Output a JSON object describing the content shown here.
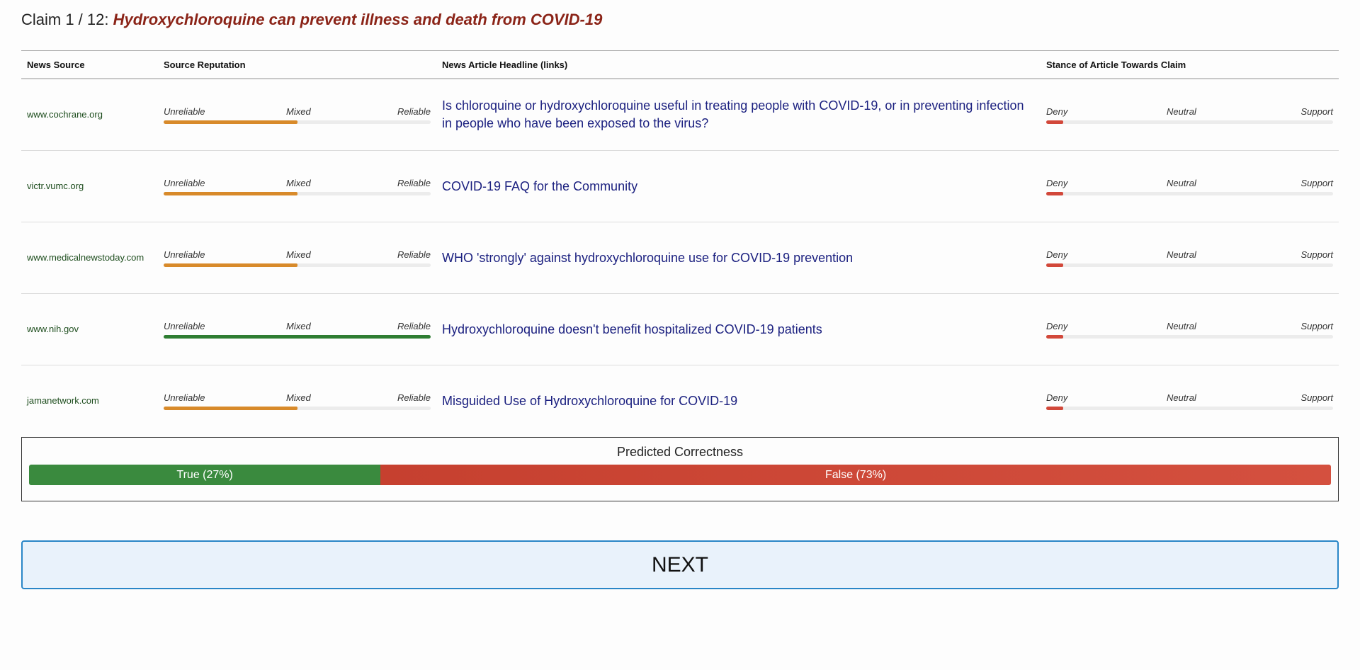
{
  "claim": {
    "counter": "Claim 1 / 12:",
    "text": "Hydroxychloroquine can prevent illness and death from COVID-19"
  },
  "table": {
    "headers": {
      "source": "News Source",
      "reputation": "Source Reputation",
      "headline": "News Article Headline (links)",
      "stance": "Stance of Article Towards Claim"
    },
    "reputation_labels": {
      "low": "Unreliable",
      "mid": "Mixed",
      "high": "Reliable"
    },
    "stance_labels": {
      "low": "Deny",
      "mid": "Neutral",
      "high": "Support"
    },
    "rows": [
      {
        "source": "www.cochrane.org",
        "reputation": 0.5,
        "reputation_color": "#d88a2a",
        "headline": "Is chloroquine or hydroxychloroquine useful in treating people with COVID-19, or in preventing infection in people who have been exposed to the virus?",
        "stance": 0.06,
        "stance_color": "#d2483a"
      },
      {
        "source": "victr.vumc.org",
        "reputation": 0.5,
        "reputation_color": "#d88a2a",
        "headline": "COVID-19 FAQ for the Community",
        "stance": 0.06,
        "stance_color": "#d2483a"
      },
      {
        "source": "www.medicalnewstoday.com",
        "reputation": 0.5,
        "reputation_color": "#d88a2a",
        "headline": "WHO 'strongly' against hydroxychloroquine use for COVID-19 prevention",
        "stance": 0.06,
        "stance_color": "#d2483a"
      },
      {
        "source": "www.nih.gov",
        "reputation": 1.0,
        "reputation_color": "#2e7d32",
        "headline": "Hydroxychloroquine doesn't benefit hospitalized COVID-19 patients",
        "stance": 0.06,
        "stance_color": "#d2483a"
      },
      {
        "source": "jamanetwork.com",
        "reputation": 0.5,
        "reputation_color": "#d88a2a",
        "headline": "Misguided Use of Hydroxychloroquine for COVID-19",
        "stance": 0.06,
        "stance_color": "#d2483a"
      }
    ]
  },
  "prediction": {
    "title": "Predicted Correctness",
    "true_label": "True (27%)",
    "true_fraction": 0.27,
    "false_label": "False (73%)",
    "false_fraction": 0.73,
    "true_color": "#3a8a3e",
    "false_color": "#d04a3a"
  },
  "next_label": "NEXT"
}
